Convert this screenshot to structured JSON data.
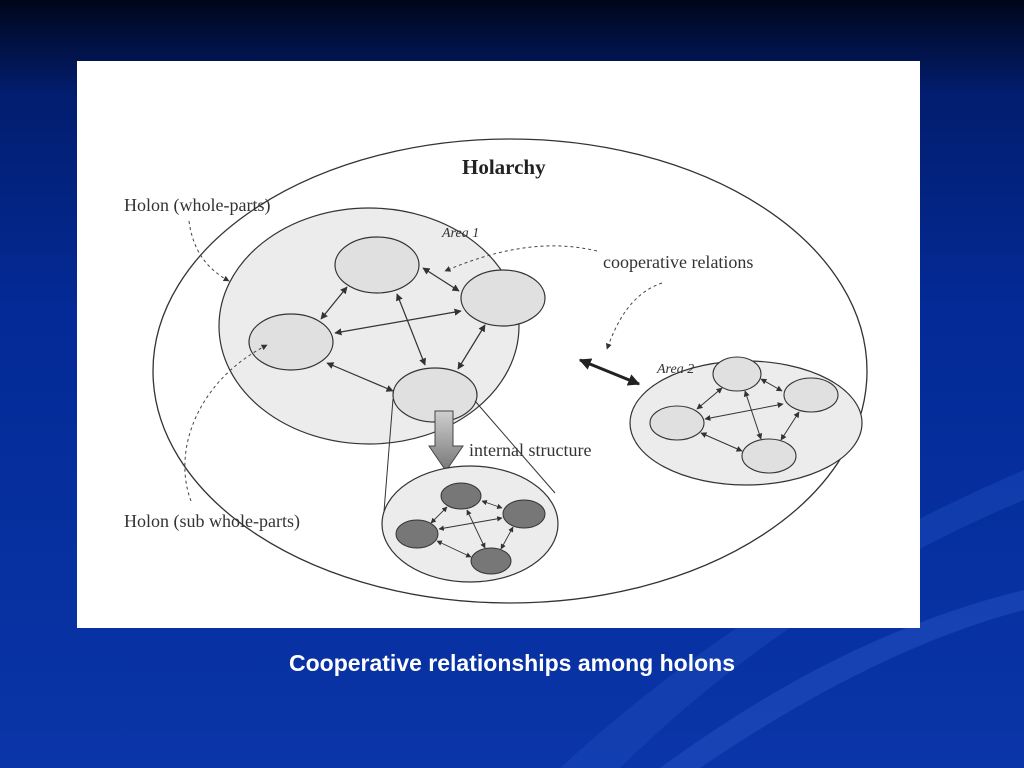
{
  "slide": {
    "caption": "Cooperative relationships among holons",
    "background_color": "#0a35a8",
    "caption_color": "#ffffff"
  },
  "diagram": {
    "title": "Holarchy",
    "labels": {
      "holon_whole_parts": "Holon (whole-parts)",
      "cooperative_relations": "cooperative relations",
      "internal_structure": "internal structure",
      "holon_sub_whole_parts": "Holon (sub whole-parts)",
      "area1": "Area 1",
      "area2": "Area 2"
    },
    "colors": {
      "holon_fill": "#e0e0e0",
      "area_fill": "#ececec",
      "sub_holon_fill": "#777777",
      "line": "#333333"
    }
  }
}
